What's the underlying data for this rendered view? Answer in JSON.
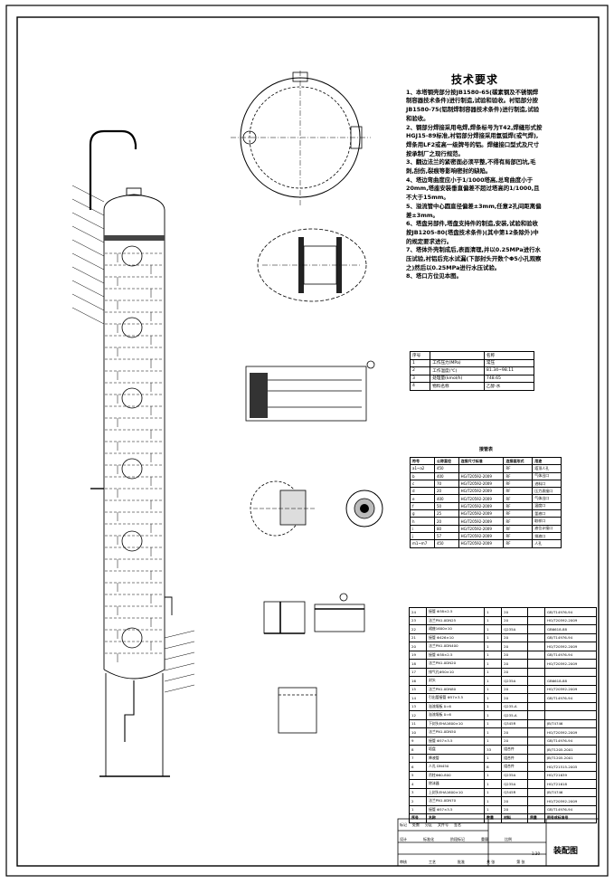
{
  "notes": {
    "title": "技术要求",
    "items": [
      "1、本塔钢壳部分按JB1580-65(碳素钢及不锈钢焊制容器技术条件)进行制造,试验和验收。衬铝部分按JB1580-75(铝制焊制容器技术条件)进行制造,试验和验收。",
      "2、钢部分焊接采用电焊,焊条标号为T42,焊缝形式按HGJ15-89标准,衬铝部分焊接采用氩弧焊(或气焊),焊条用LF2或高一级牌号的铝。焊缝接口型式及尺寸按承制厂之现行规范。",
      "3、翻边法兰的紧密面必须平整,不得有局部凹坑,毛刺,刮伤,裂痕等影响密封的缺陷。",
      "4、塔边弯曲度应小于1/1000塔高,总弯曲度小于20mm,塔座安装垂直偏差不超过塔高的1/1000,且不大于15mm。",
      "5、溢流管中心圆直径偏差±3mm,任意2孔间距离偏差±3mm。",
      "6、塔盘另部件,塔盘支持件的制造,安装,试验和验收按JB1205-80(塔盘技术条件)(其中第12条除外)中的规定要求进行。",
      "7、塔体外壳制成后,表面清理,并以0.25MPa进行水压试验,衬铝后充水试漏(下部封头开数个Φ5小孔观察之)然后以0.25MPa进行水压试验。",
      "8、塔口方位见本图。"
    ]
  },
  "design_table": {
    "rows": [
      [
        "序号",
        "",
        "名称"
      ],
      [
        "1",
        "工作压力(MPa)",
        "常压"
      ],
      [
        "2",
        "工作温度(℃)",
        "81.34~98.11"
      ],
      [
        "3",
        "处理量(kmol/h)",
        "748.65"
      ],
      [
        "4",
        "物料名称",
        "乙醇-水"
      ]
    ]
  },
  "nozzle_table": {
    "title": "接管表",
    "header": [
      "符号",
      "公称直径",
      "连接尺寸标准",
      "连接面形式",
      "用途"
    ],
    "rows": [
      [
        "a1~a2",
        "450",
        "",
        "RF",
        "塔顶人孔"
      ],
      [
        "b",
        "400",
        "HG/T20592-2009",
        "RF",
        "气体出口"
      ],
      [
        "c",
        "70",
        "HG/T20592-2009",
        "RF",
        "进料口"
      ],
      [
        "d",
        "20",
        "HG/T20592-2009",
        "RF",
        "压力表接口"
      ],
      [
        "e",
        "400",
        "HG/T20592-2009",
        "RF",
        "气体出口"
      ],
      [
        "f",
        "50",
        "HG/T20592-2009",
        "RF",
        "温度口"
      ],
      [
        "g",
        "25",
        "HG/T20592-2009",
        "RF",
        "釜液口"
      ],
      [
        "h",
        "20",
        "HG/T20592-2009",
        "RF",
        "取样口"
      ],
      [
        "i",
        "80",
        "HG/T20592-2009",
        "RF",
        "液位计接口"
      ],
      [
        "j",
        "57",
        "HG/T20592-2009",
        "RF",
        "排液口"
      ],
      [
        "m1~m7",
        "450",
        "HG/T20592-2009",
        "RF",
        "人孔"
      ]
    ]
  },
  "bom": {
    "rows": [
      [
        "24",
        "接管 Φ38×2.5",
        "1",
        "20",
        "",
        "GB/T14976-94"
      ],
      [
        "23",
        "法兰PN1.0DN25",
        "1",
        "20",
        "",
        "HG/T20592-2009"
      ],
      [
        "22",
        "裙座1600×10",
        "1",
        "Q235A",
        "",
        "GB6618-88"
      ],
      [
        "21",
        "接管 Φ426×10",
        "1",
        "20",
        "",
        "GB/T14976-94"
      ],
      [
        "20",
        "法兰PN1.0DN400",
        "1",
        "20",
        "",
        "HG/T20592-2009"
      ],
      [
        "19",
        "接管 Φ38×2.5",
        "1",
        "20",
        "",
        "GB/T14976-94"
      ],
      [
        "18",
        "法兰PN1.0DN20",
        "1",
        "20",
        "",
        "HG/T20592-2009"
      ],
      [
        "17",
        "排气孔Φ50×10",
        "1",
        "20",
        "",
        ""
      ],
      [
        "16",
        "封头",
        "1",
        "Q235A",
        "",
        "GB6618-88"
      ],
      [
        "15",
        "法兰PN1.0DN80",
        "1",
        "20",
        "",
        "HG/T20592-2009"
      ],
      [
        "14",
        "引出管接管 Φ57×3.5",
        "1",
        "20",
        "",
        "GB/T14976-94"
      ],
      [
        "13",
        "溢流堰板 δ=6",
        "1",
        "Q235-A",
        "",
        ""
      ],
      [
        "12",
        "溢流堰板 δ=6",
        "1",
        "Q235-A",
        "",
        ""
      ],
      [
        "11",
        "下封头EHA1600×10",
        "1",
        "Q345R",
        "",
        "JB/T4746"
      ],
      [
        "10",
        "法兰PN1.0DN50",
        "1",
        "20",
        "",
        "HG/T20592-2009"
      ],
      [
        "9",
        "接管 Φ57×3.5",
        "1",
        "20",
        "",
        "GB/T14976-94"
      ],
      [
        "8",
        "塔盘",
        "33",
        "组合件",
        "",
        "JB/T1205-2001"
      ],
      [
        "7",
        "降液管",
        "1",
        "组合件",
        "",
        "JB/T1205-2001"
      ],
      [
        "6",
        "人孔 DN450",
        "8",
        "组合件",
        "",
        "HG/T21515-2005"
      ],
      [
        "5",
        "吊柱Φ60-800",
        "1",
        "Q235A",
        "",
        "HG/T21639"
      ],
      [
        "4",
        "除沫器",
        "1",
        "Q235A",
        "",
        "HG/T21618"
      ],
      [
        "3",
        "上封头EHA1600×10",
        "1",
        "Q345R",
        "",
        "JB/T4746"
      ],
      [
        "2",
        "法兰PN1.0DN70",
        "1",
        "20",
        "",
        "HG/T20592-2009"
      ],
      [
        "1",
        "接管 Φ57×3.5",
        "1",
        "20",
        "",
        "GB/T14976-94"
      ]
    ],
    "header": [
      "序号",
      "名称",
      "数量",
      "材料",
      "质量",
      "图号或标准号"
    ]
  },
  "title_block": {
    "labels": [
      "标记",
      "处数",
      "分区",
      "文件号",
      "签名"
    ],
    "labels2": [
      "设计",
      "标准化",
      "阶段标记",
      "重量",
      "比例"
    ],
    "labels3": [
      "审核",
      "工艺",
      "批准",
      "共 张",
      "第 张"
    ],
    "drawing_name": "装配图",
    "scale": "1:30"
  }
}
